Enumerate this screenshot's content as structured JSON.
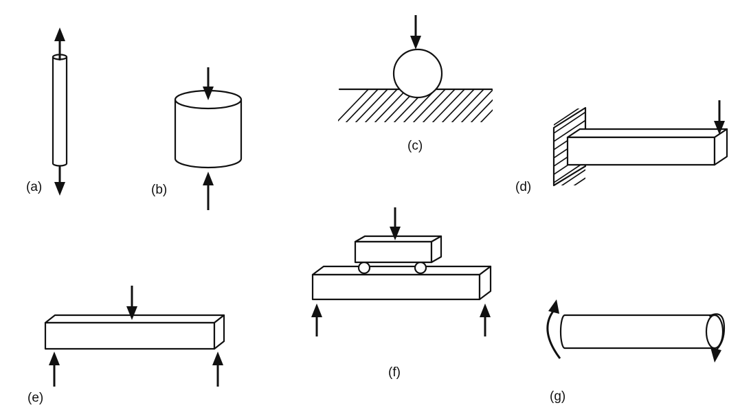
{
  "labels": {
    "a": "(a)",
    "b": "(b)",
    "c": "(c)",
    "d": "(d)",
    "e": "(e)",
    "f": "(f)",
    "g": "(g)"
  },
  "colors": {
    "ink": "#111111",
    "background": "#ffffff"
  }
}
